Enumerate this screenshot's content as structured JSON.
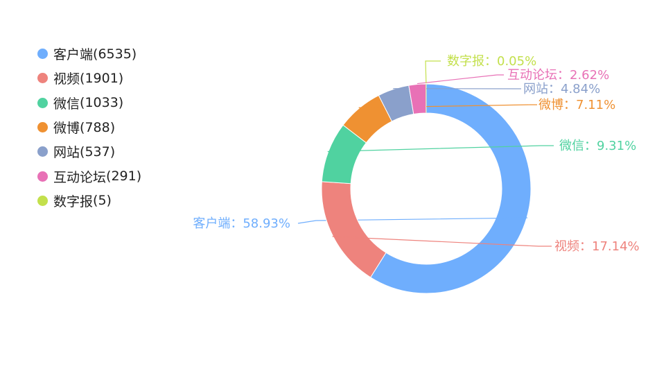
{
  "chart_data": {
    "type": "pie",
    "variant": "donut",
    "legend_position": "top-left",
    "title": "",
    "label_separator": "：",
    "slices": [
      {
        "name": "客户端",
        "value": 6535,
        "percent_label": "58.93%",
        "color": "#6faefd"
      },
      {
        "name": "视频",
        "value": 1901,
        "percent_label": "17.14%",
        "color": "#ee837d"
      },
      {
        "name": "微信",
        "value": 1033,
        "percent_label": "9.31%",
        "color": "#50d2a0"
      },
      {
        "name": "微博",
        "value": 788,
        "percent_label": "7.11%",
        "color": "#ef9132"
      },
      {
        "name": "网站",
        "value": 537,
        "percent_label": "4.84%",
        "color": "#8aa0cb"
      },
      {
        "name": "互动论坛",
        "value": 291,
        "percent_label": "2.62%",
        "color": "#e871b6"
      },
      {
        "name": "数字报",
        "value": 5,
        "percent_label": "0.05%",
        "color": "#c3e04c"
      }
    ]
  }
}
